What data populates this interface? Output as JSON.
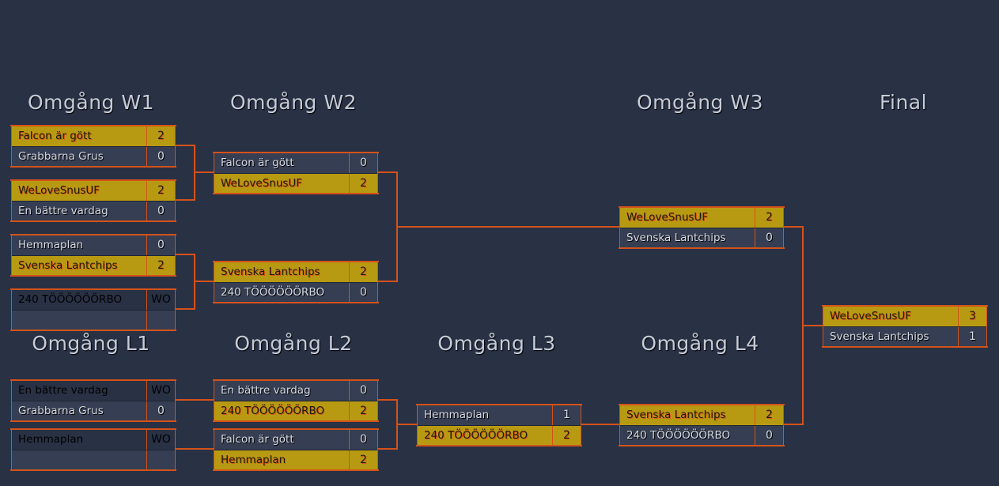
{
  "colors": {
    "background": "#293145",
    "connector": "#d4521a",
    "winner_row": "#b89a12",
    "loser_row": "#353e52",
    "walkover_row": "#d8d400",
    "walkover_text": "#1a1aa8"
  },
  "rounds": {
    "w1": {
      "title": "Omgång W1",
      "matches": [
        {
          "team1": {
            "name": "Falcon är gött",
            "score": "2",
            "status": "winner"
          },
          "team2": {
            "name": "Grabbarna Grus",
            "score": "0",
            "status": "loser"
          }
        },
        {
          "team1": {
            "name": "WeLoveSnusUF",
            "score": "2",
            "status": "winner"
          },
          "team2": {
            "name": "En bättre vardag",
            "score": "0",
            "status": "loser"
          }
        },
        {
          "team1": {
            "name": "Hemmaplan",
            "score": "0",
            "status": "loser"
          },
          "team2": {
            "name": "Svenska Lantchips",
            "score": "2",
            "status": "winner"
          }
        },
        {
          "team1": {
            "name": "240 TÖÖÖÖÖÖRBO",
            "score": "WO",
            "status": "walkover"
          },
          "team2": {
            "name": "",
            "score": "",
            "status": "empty"
          }
        }
      ]
    },
    "w2": {
      "title": "Omgång W2",
      "matches": [
        {
          "team1": {
            "name": "Falcon är gött",
            "score": "0",
            "status": "loser"
          },
          "team2": {
            "name": "WeLoveSnusUF",
            "score": "2",
            "status": "winner"
          }
        },
        {
          "team1": {
            "name": "Svenska Lantchips",
            "score": "2",
            "status": "winner"
          },
          "team2": {
            "name": "240 TÖÖÖÖÖÖRBO",
            "score": "0",
            "status": "loser"
          }
        }
      ]
    },
    "w3": {
      "title": "Omgång W3",
      "matches": [
        {
          "team1": {
            "name": "WeLoveSnusUF",
            "score": "2",
            "status": "winner"
          },
          "team2": {
            "name": "Svenska Lantchips",
            "score": "0",
            "status": "loser"
          }
        }
      ]
    },
    "final": {
      "title": "Final",
      "matches": [
        {
          "team1": {
            "name": "WeLoveSnusUF",
            "score": "3",
            "status": "winner"
          },
          "team2": {
            "name": "Svenska Lantchips",
            "score": "1",
            "status": "loser"
          }
        }
      ]
    },
    "l1": {
      "title": "Omgång L1",
      "matches": [
        {
          "team1": {
            "name": "En bättre vardag",
            "score": "WO",
            "status": "walkover"
          },
          "team2": {
            "name": "Grabbarna Grus",
            "score": "0",
            "status": "loser"
          }
        },
        {
          "team1": {
            "name": "Hemmaplan",
            "score": "WO",
            "status": "walkover"
          },
          "team2": {
            "name": "",
            "score": "",
            "status": "empty"
          }
        }
      ]
    },
    "l2": {
      "title": "Omgång L2",
      "matches": [
        {
          "team1": {
            "name": "En bättre vardag",
            "score": "0",
            "status": "loser"
          },
          "team2": {
            "name": "240 TÖÖÖÖÖÖRBO",
            "score": "2",
            "status": "winner"
          }
        },
        {
          "team1": {
            "name": "Falcon är gött",
            "score": "0",
            "status": "loser"
          },
          "team2": {
            "name": "Hemmaplan",
            "score": "2",
            "status": "winner"
          }
        }
      ]
    },
    "l3": {
      "title": "Omgång L3",
      "matches": [
        {
          "team1": {
            "name": "Hemmaplan",
            "score": "1",
            "status": "loser"
          },
          "team2": {
            "name": "240 TÖÖÖÖÖÖRBO",
            "score": "2",
            "status": "winner"
          }
        }
      ]
    },
    "l4": {
      "title": "Omgång L4",
      "matches": [
        {
          "team1": {
            "name": "Svenska Lantchips",
            "score": "2",
            "status": "winner"
          },
          "team2": {
            "name": "240 TÖÖÖÖÖÖRBO",
            "score": "0",
            "status": "loser"
          }
        }
      ]
    }
  }
}
